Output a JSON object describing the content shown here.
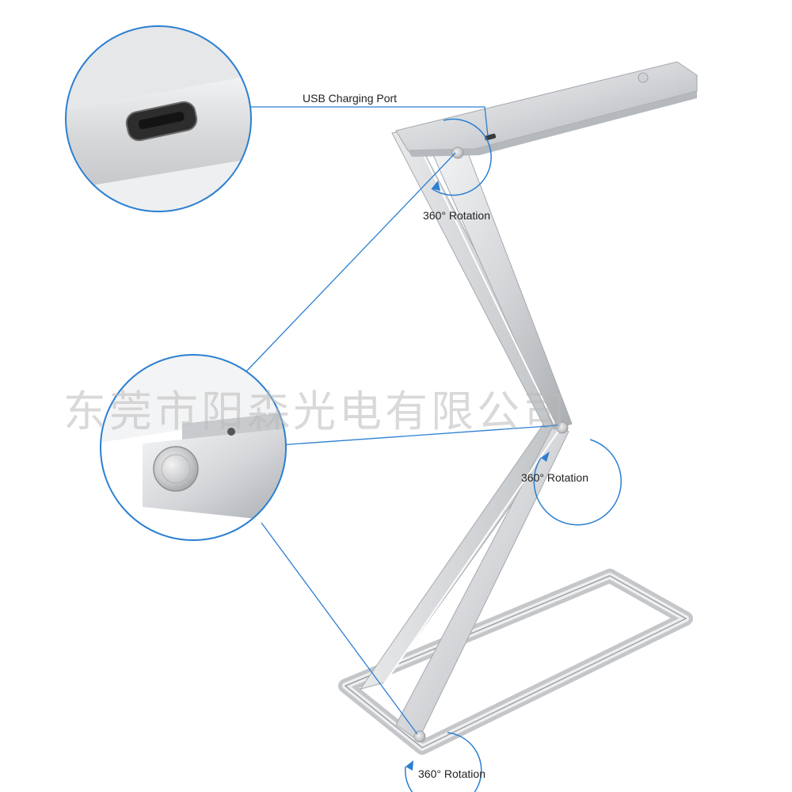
{
  "callouts": {
    "usb_port": "USB Charging Port",
    "rotation_top": "360° Rotation",
    "rotation_middle": "360° Rotation",
    "rotation_bottom": "360° Rotation"
  },
  "watermark": "东莞市阳森光电有限公司",
  "colors": {
    "accent_line": "#2b7fd1",
    "aluminum_light": "#e9eaec",
    "aluminum_mid": "#c9cbce",
    "aluminum_dark": "#9c9fa3"
  }
}
